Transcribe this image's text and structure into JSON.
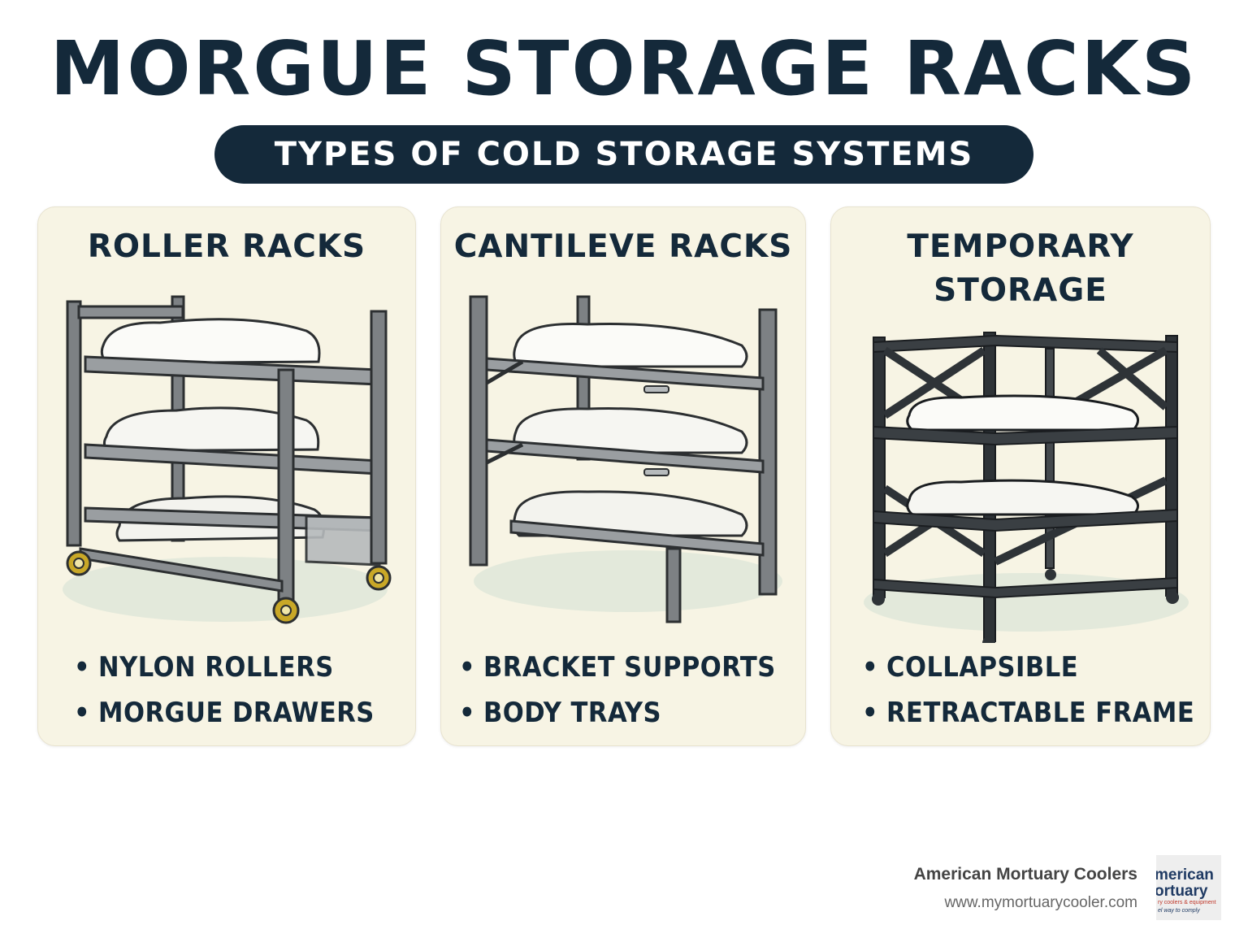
{
  "title": "MORGUE STORAGE RACKS",
  "subtitle": "TYPES OF COLD STORAGE SYSTEMS",
  "cards": [
    {
      "title_lines": [
        "ROLLER RACKS",
        ""
      ],
      "features": [
        "NYLON ROLLERS",
        "MORGUE DRAWERS"
      ],
      "illustration": "roller-rack"
    },
    {
      "title_lines": [
        "CANTILEVE RACKS",
        ""
      ],
      "features": [
        "BRACKET SUPPORTS",
        "BODY TRAYS"
      ],
      "illustration": "cantilever-rack"
    },
    {
      "title_lines": [
        "TEMPORARY",
        "STORAGE"
      ],
      "features": [
        "COLLAPSIBLE",
        "RETRACTABLE FRAME"
      ],
      "illustration": "temporary-storage-rack"
    }
  ],
  "footer": {
    "company": "American Mortuary Coolers",
    "url": "www.mymortuarycooler.com",
    "logo_text": [
      "merican",
      "ortuary",
      "ry coolers & equipment",
      "el way to comply"
    ]
  },
  "colors": {
    "navy": "#14293a",
    "card_bg": "#f7f4e4",
    "metal": "#6b6f72",
    "caster": "#c9a827",
    "logo_red": "#c0392b"
  }
}
